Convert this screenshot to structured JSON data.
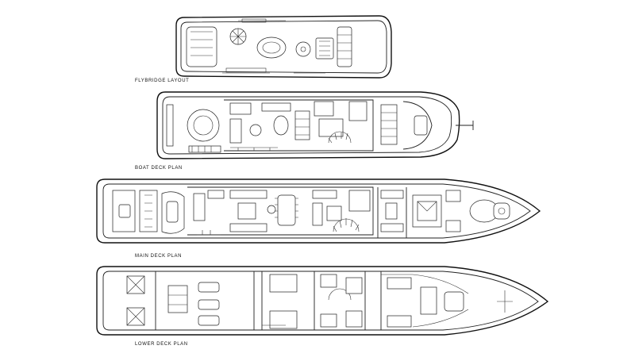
{
  "decks": [
    {
      "name": "flybridge",
      "label": "FLYBRIDGE LAYOUT"
    },
    {
      "name": "boat-deck",
      "label": "BOAT DECK PLAN"
    },
    {
      "name": "main-deck",
      "label": "MAIN DECK PLAN"
    },
    {
      "name": "lower-deck",
      "label": "LOWER DECK PLAN"
    }
  ]
}
